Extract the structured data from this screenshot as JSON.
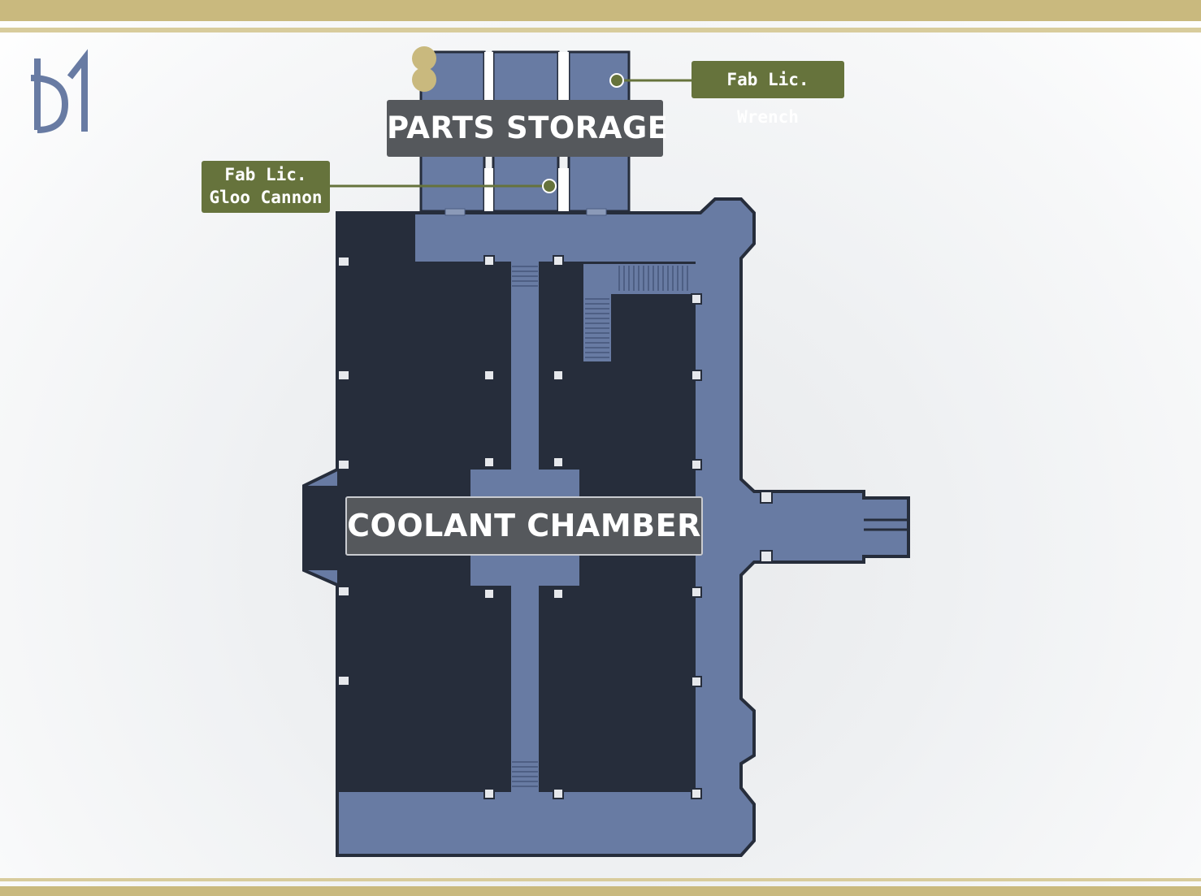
{
  "floor": {
    "level_label": "B1",
    "accent_color": "#c9b97e",
    "floor_color": "#687ba3",
    "room_color": "#262d3b"
  },
  "rooms": {
    "parts_storage": "PARTS STORAGE",
    "coolant_chamber": "COOLANT CHAMBER"
  },
  "points_of_interest": {
    "wrench": {
      "text": "Fab Lic. Wrench"
    },
    "gloo_cannon": {
      "line1": "Fab Lic.",
      "line2": "Gloo Cannon"
    }
  },
  "markers": {
    "color": "#c9b97e",
    "count": 2
  }
}
